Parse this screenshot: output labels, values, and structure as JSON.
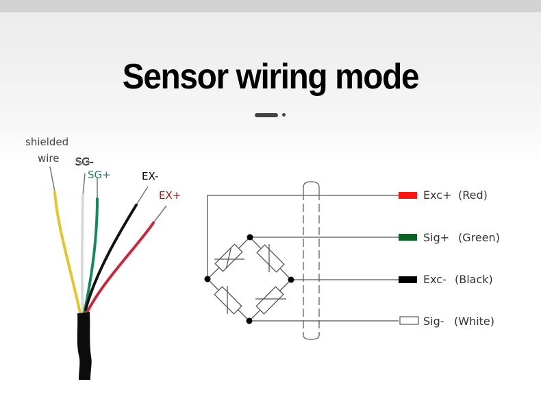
{
  "title": "Sensor wiring mode",
  "cable_labels": {
    "shield_line1": "shielded",
    "shield_line2": "wire",
    "sg_minus": "SG-",
    "sg_plus": "SG+",
    "ex_minus": "EX-",
    "ex_plus": "EX+"
  },
  "wire_colors": {
    "shield": "#e6c52a",
    "sg_minus": "#d9d9d9",
    "sg_plus": "#138a5e",
    "ex_minus": "#111111",
    "ex_plus": "#c8283c",
    "label_sg_plus": "#1a8068",
    "label_ex_plus": "#b01818"
  },
  "legend": [
    {
      "signal": "Exc+",
      "color_name": "(Red)",
      "swatch": "#ff1212"
    },
    {
      "signal": "Sig+",
      "color_name": "(Green)",
      "swatch": "#0b6322"
    },
    {
      "signal": "Exc-",
      "color_name": "(Black)",
      "swatch": "#000000"
    },
    {
      "signal": "Sig-",
      "color_name": "(White)",
      "swatch": "#ffffff"
    }
  ]
}
